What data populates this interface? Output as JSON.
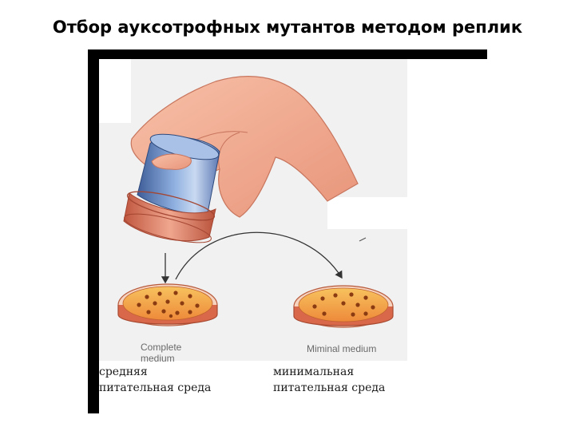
{
  "slide": {
    "title": "Отбор ауксотрофных мутантов методом реплик"
  },
  "figure": {
    "left_plate": {
      "label_en": [
        "Complete",
        "medium"
      ],
      "label_ru": [
        "средняя",
        "питательная среда"
      ]
    },
    "right_plate": {
      "label_en": "Miminal medium",
      "label_ru": [
        "минимальная",
        "питательная среда"
      ]
    },
    "colors": {
      "skin": "#f2a98c",
      "cylinder": "#6f8fc4",
      "ring": "#d9806a",
      "agar": "#f3a64a",
      "colony": "#8a3b12",
      "frame": "#000000"
    }
  }
}
